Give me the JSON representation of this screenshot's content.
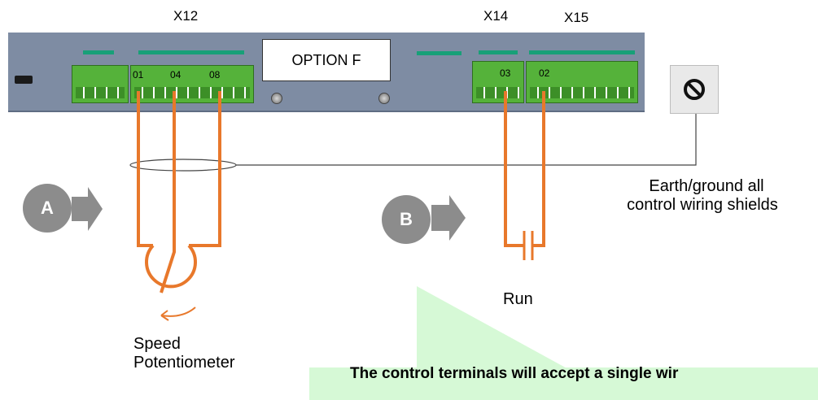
{
  "headers": {
    "x12": "X12",
    "x14": "X14",
    "x15": "X15"
  },
  "option_box": "OPTION F",
  "terminal_numbers": {
    "t01": "01",
    "t04": "04",
    "t08": "08",
    "t03": "03",
    "t02": "02"
  },
  "markers": {
    "a": "A",
    "b": "B"
  },
  "labels": {
    "earth_line1": "Earth/ground all",
    "earth_line2": "control wiring shields",
    "run": "Run",
    "speed_line1": "Speed",
    "speed_line2": "Potentiometer"
  },
  "note": "The control terminals will accept  a single wir",
  "colors": {
    "wire": "#e8782b",
    "panel": "#7e8ca3",
    "terminal": "#55b23a",
    "marker": "#8c8c8c",
    "note_bg": "#d6f9d6"
  },
  "icons": {
    "ground": "no-symbol-icon",
    "marker_arrow": "arrow-right-icon"
  }
}
